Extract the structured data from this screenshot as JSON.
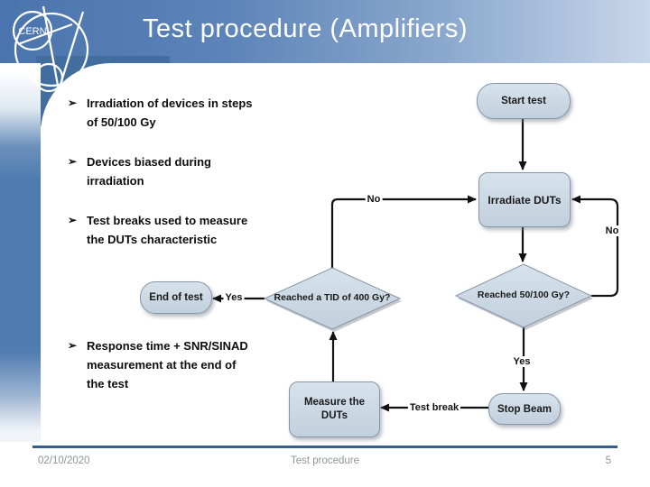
{
  "header": {
    "title": "Test procedure (Amplifiers)",
    "logo_text": "CERN"
  },
  "bullets": [
    {
      "marker": "➢",
      "text": "Irradiation of devices in steps\nof 50/100 Gy"
    },
    {
      "marker": "➢",
      "text": "Devices biased during\nirradiation"
    },
    {
      "marker": "➢",
      "text": "Test breaks used to measure\nthe DUTs characteristic"
    },
    {
      "marker": "➢",
      "text": "Response time + SNR/SINAD\nmeasurement at the end of\nthe test"
    }
  ],
  "flowchart": {
    "nodes": {
      "start": "Start test",
      "irradiate": "Irradiate DUTs",
      "reached_dose": "Reached 50/100 Gy?",
      "reached_tid": "Reached a TID of 400 Gy?",
      "end": "End of test",
      "measure": "Measure the\nDUTs",
      "stop_beam": "Stop Beam"
    },
    "edge_labels": {
      "no_left": "No",
      "no_right": "No",
      "yes_left": "Yes",
      "yes_right": "Yes",
      "test_break": "Test break"
    }
  },
  "footer": {
    "date": "02/10/2020",
    "title": "Test procedure",
    "page": "5"
  },
  "colors": {
    "band_left": "#4a74ad",
    "band_right": "#c9d7ea",
    "stripe_blue": "#4e7bb0",
    "blob_blue": "#426d9f",
    "node_fill": "#cdd9e4",
    "node_border": "#8795a5",
    "footer_line": "#35608a",
    "text_dark": "#1a1a1a"
  }
}
